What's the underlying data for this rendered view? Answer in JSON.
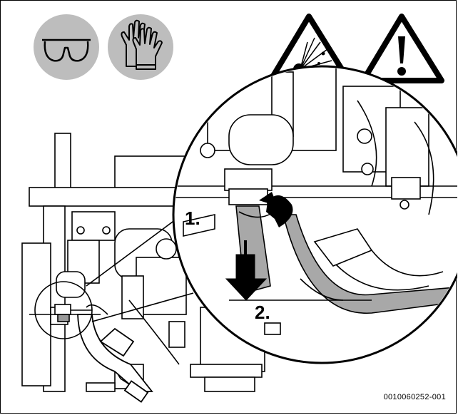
{
  "diagram": {
    "step_1": "1.",
    "step_2": "2.",
    "doc_id": "0010060252-001"
  },
  "icons": {
    "ppe": [
      "safety-glasses-icon",
      "protective-gloves-icon"
    ],
    "warnings": [
      "explosion-warning-icon",
      "general-warning-icon"
    ]
  },
  "colors": {
    "icon_background": "#bdbdbd",
    "pipe_gray": "#a8a8a8",
    "line": "#000000"
  }
}
